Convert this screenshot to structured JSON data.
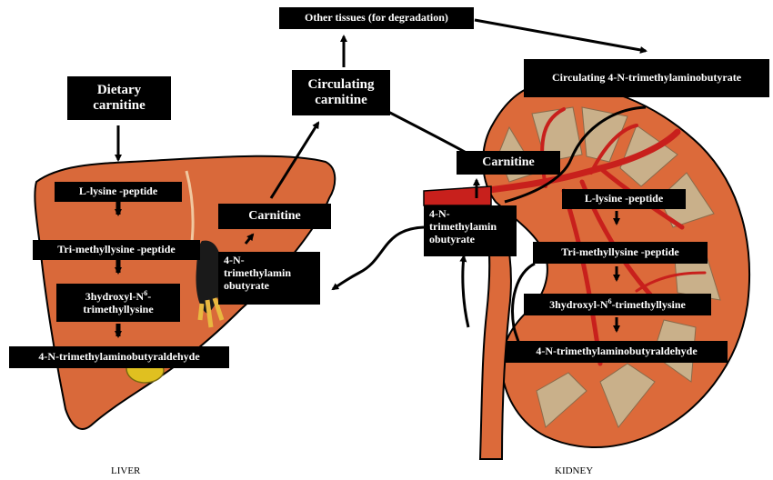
{
  "title": "",
  "organs": {
    "liver": "LIVER",
    "kidney": "KIDNEY"
  },
  "center": {
    "other_tissues": "Other tissues (for degradation)",
    "circulating_carnitine_line1": "Circulating",
    "circulating_carnitine_line2": "carnitine",
    "circulating_tmabu": "Circulating  4-N-trimethylaminobutyrate"
  },
  "liver_pathway": {
    "dietary_line1": "Dietary",
    "dietary_line2": "carnitine",
    "step1": "L-lysine -peptide",
    "step2": "Tri-methyllysine -peptide",
    "step3_line1_pre": "3hydroxyl-N",
    "step3_line1_sup": "6",
    "step3_line1_post": "-",
    "step3_line2": "trimethyllysine",
    "step4": "4-N-trimethylaminobutyraldehyde",
    "tmabu_line1": "4-N-",
    "tmabu_line2": "trimethylamin",
    "tmabu_line3": "obutyrate",
    "carnitine": "Carnitine"
  },
  "kidney_pathway": {
    "carnitine": "Carnitine",
    "tmabu_line1": "4-N-",
    "tmabu_line2": "trimethylamin",
    "tmabu_line3": "obutyrate",
    "step1": "L-lysine -peptide",
    "step2": "Tri-methyllysine -peptide",
    "step3_pre": "3hydroxyl-N",
    "step3_sup": "6",
    "step3_post": "-trimethyllysine",
    "step4": "4-N-trimethylaminobutyraldehyde"
  },
  "colors": {
    "liver": "#d9693a",
    "kidney_cortex": "#dc6a3a",
    "medulla": "#c9b08a",
    "vessels": "#c8201c",
    "gallbladder": "#e0c020",
    "label_bg": "#000000",
    "label_text": "#ffffff"
  }
}
